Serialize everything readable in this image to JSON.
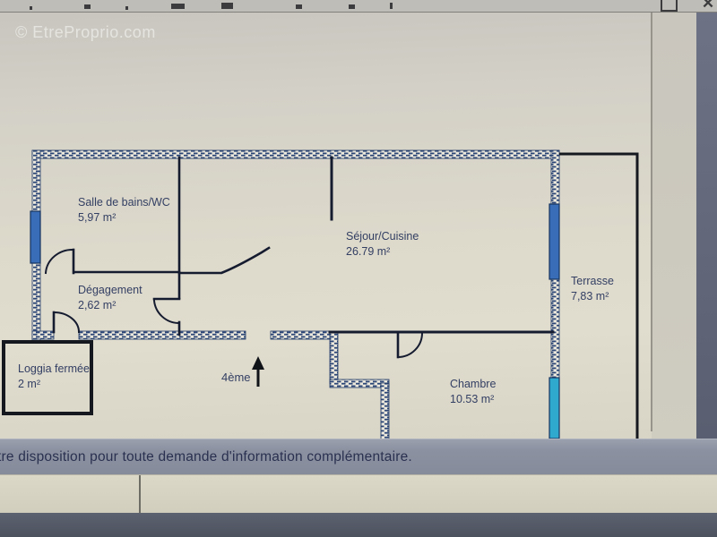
{
  "window_chrome": {
    "maximize_icon": "maximize",
    "close_glyph": "✕"
  },
  "watermark": "© EtreProprio.com",
  "plan": {
    "rooms": [
      {
        "name": "Salle de bains/WC",
        "area": "5,97  m²"
      },
      {
        "name": "Dégagement",
        "area": "2,62  m²"
      },
      {
        "name": "Loggia fermée",
        "area": "2  m²"
      },
      {
        "name": "Séjour/Cuisine",
        "area": "26.79  m²"
      },
      {
        "name": "Chambre",
        "area": "10.53  m²"
      },
      {
        "name": "Terrasse",
        "area": "7,83  m²"
      }
    ],
    "floor_label": "4ème",
    "colors": {
      "wall_hatch": "#2a4576",
      "window_blue": "#3a6db8",
      "window_cyan": "#2fa9cd",
      "outline_black": "#15181f"
    }
  },
  "footer": {
    "text": "tre disposition pour toute demande d'information complémentaire."
  }
}
